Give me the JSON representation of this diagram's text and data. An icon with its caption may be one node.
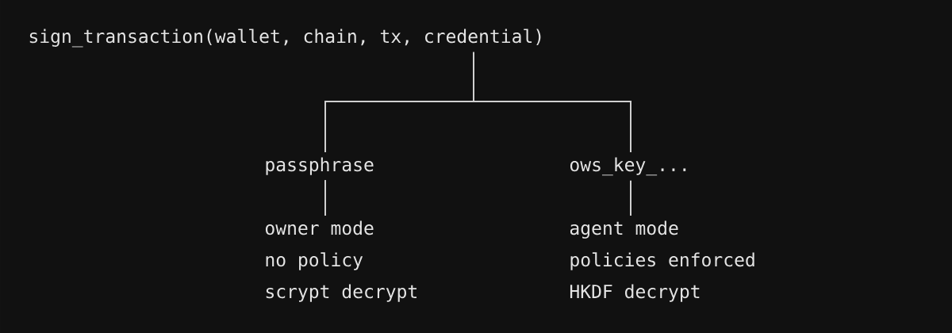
{
  "diagram": {
    "nodes": [
      {
        "text": [
          "sign_transaction(wallet, chain, tx, credential)"
        ]
      },
      {
        "text": [
          "passphrase"
        ]
      },
      {
        "text": [
          "ows_key_..."
        ]
      },
      {
        "text": [
          "owner mode",
          "no policy",
          "scrypt decrypt"
        ]
      },
      {
        "text": [
          "agent mode",
          "policies enforced",
          "HKDF decrypt"
        ]
      }
    ],
    "edges": [
      {
        "from": 0,
        "to": 1,
        "arrow": "none"
      },
      {
        "from": 0,
        "to": 2,
        "arrow": "none"
      },
      {
        "from": 1,
        "to": 3,
        "arrow": "none"
      },
      {
        "from": 2,
        "to": 4,
        "arrow": "none"
      }
    ]
  }
}
